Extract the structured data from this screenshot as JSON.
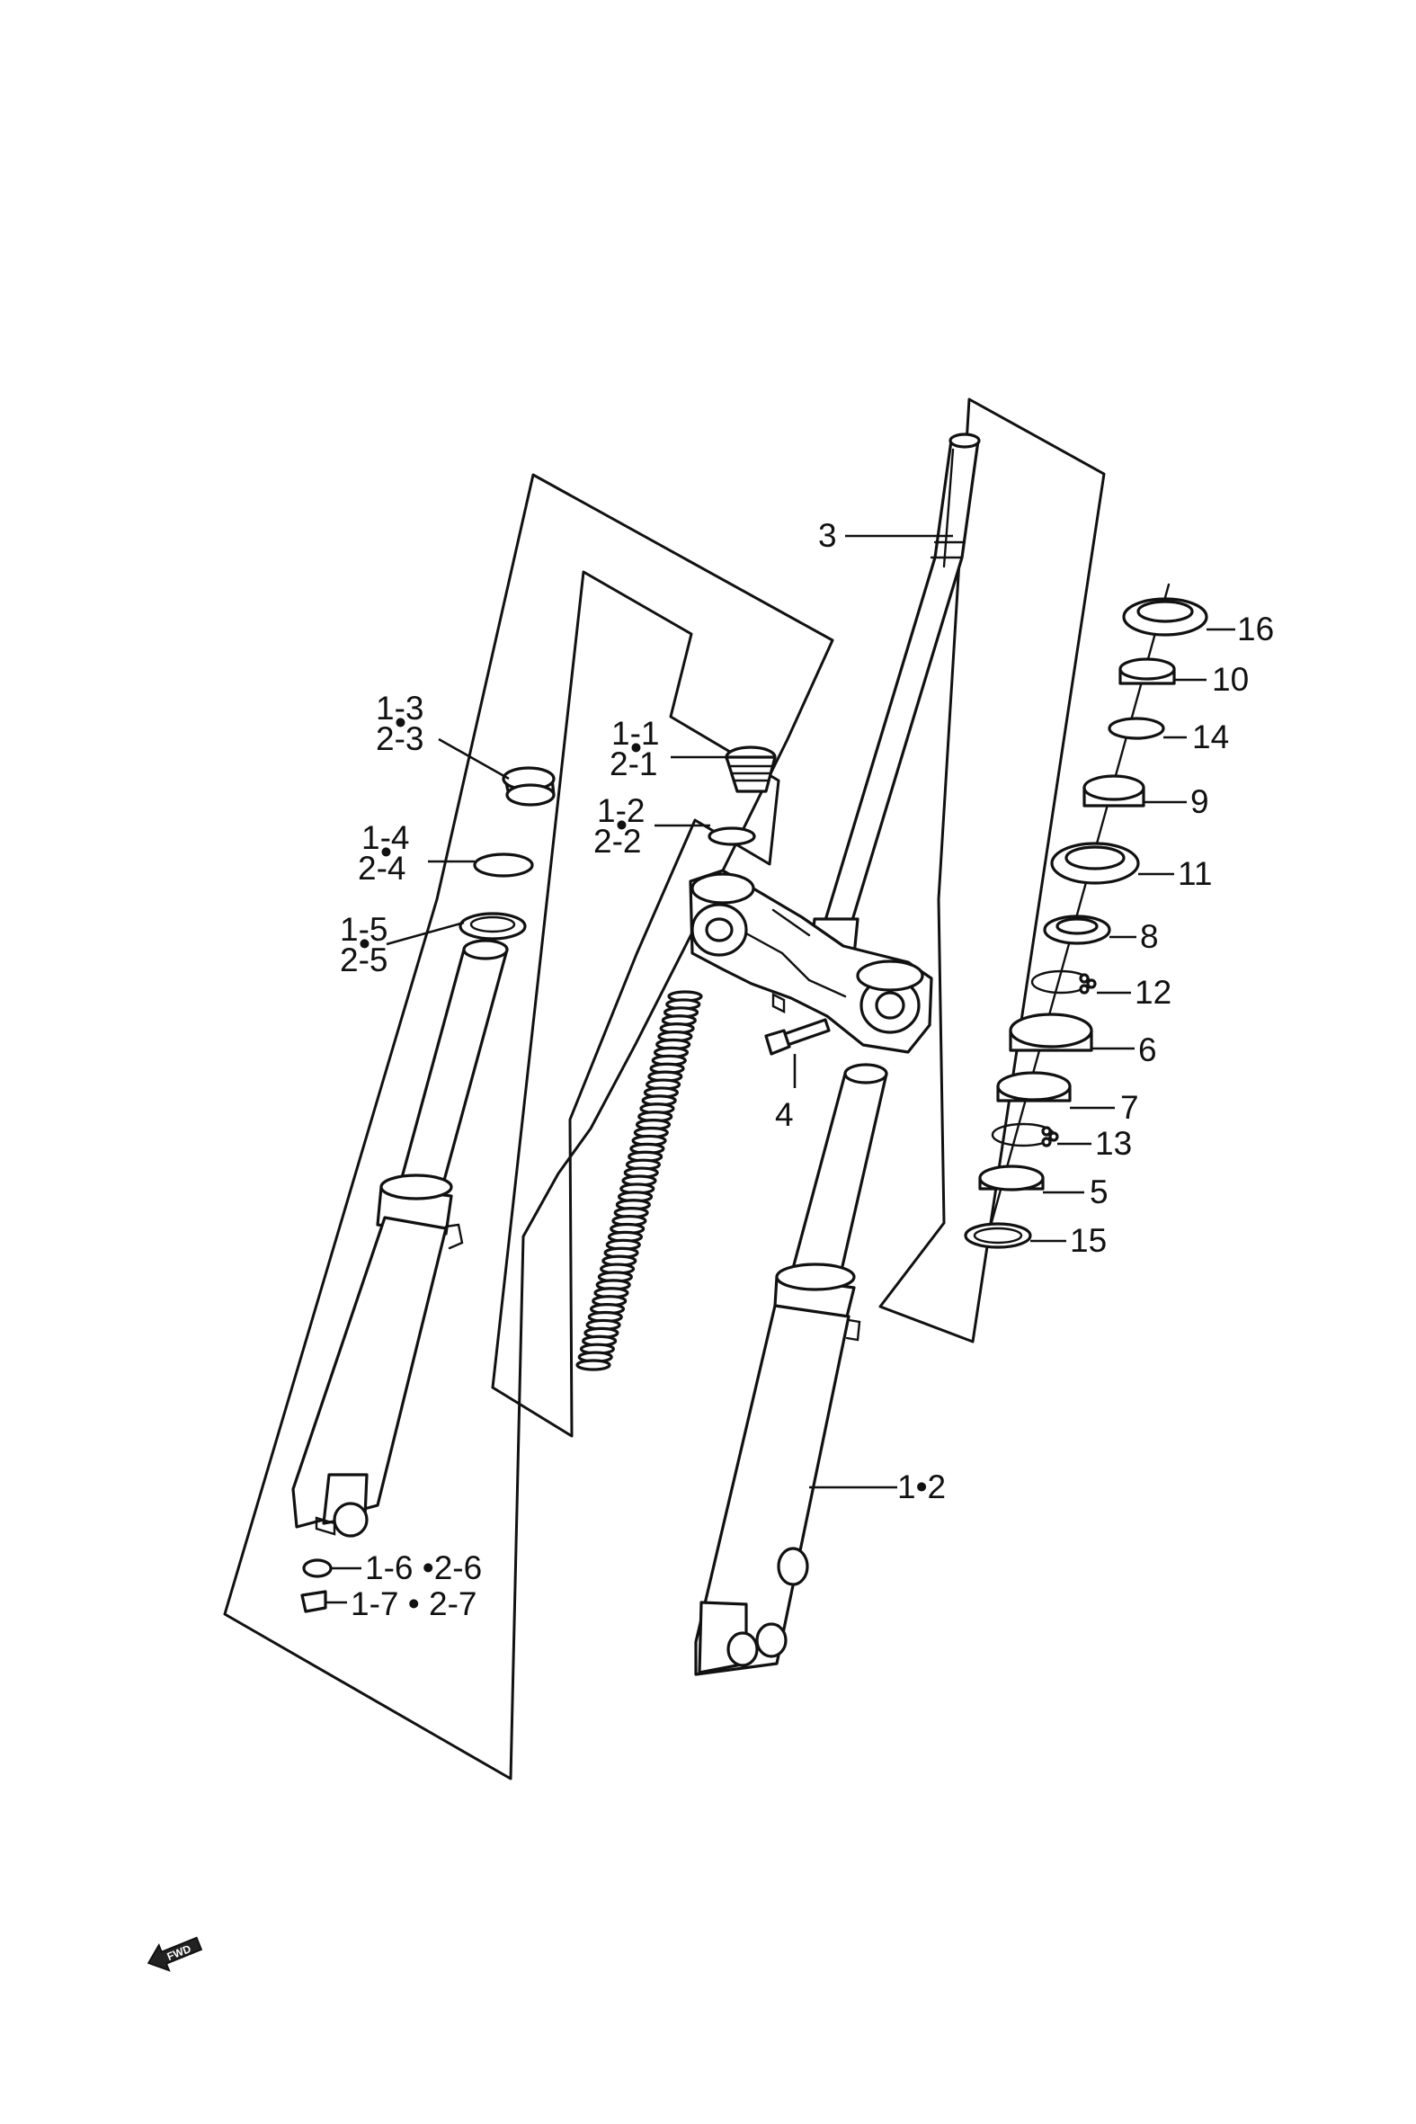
{
  "labels": {
    "p1_3": "1-3",
    "p2_3": "2-3",
    "p1_4": "1-4",
    "p2_4": "2-4",
    "p1_5": "1-5",
    "p2_5": "2-5",
    "p1_1": "1-1",
    "p2_1": "2-1",
    "p1_2": "1-2",
    "p2_2": "2-2",
    "p1_6": "1-6",
    "p2_6": "2-6",
    "p1_7": "1-7",
    "p2_7": "2-7",
    "p3": "3",
    "p4": "4",
    "p1x2": "1•2",
    "p16": "16",
    "p10": "10",
    "p14": "14",
    "p9": "9",
    "p11": "11",
    "p8": "8",
    "p12": "12",
    "p6": "6",
    "p7": "7",
    "p13": "13",
    "p5": "5",
    "p15": "15",
    "dot": "•"
  },
  "fwd": {
    "text": "FWD",
    "icon": "fwd-arrow-icon"
  }
}
